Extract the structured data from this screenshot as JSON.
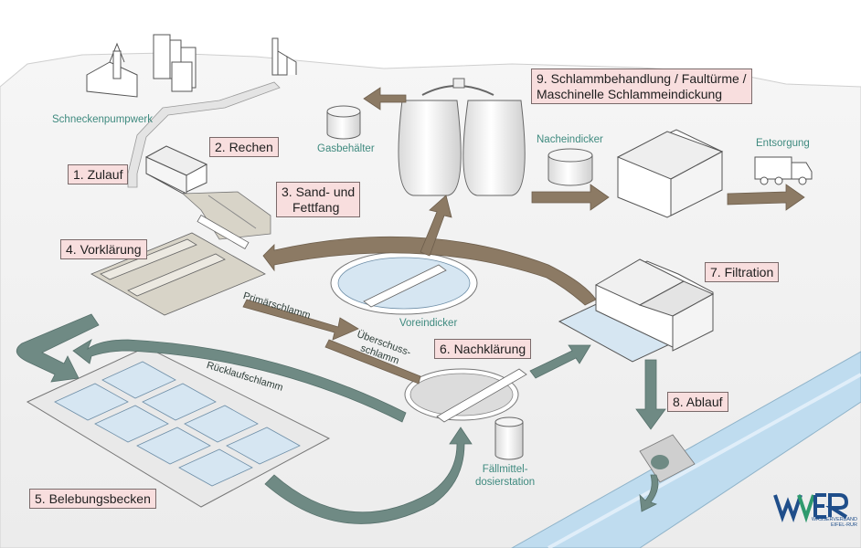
{
  "steps": {
    "s1": "1. Zulauf",
    "s2": "2. Rechen",
    "s3a": "3. Sand- und",
    "s3b": "Fettfang",
    "s4": "4. Vorklärung",
    "s5": "5. Belebungsbecken",
    "s6": "6. Nachklärung",
    "s7": "7. Filtration",
    "s8": "8. Ablauf",
    "s9a": "9. Schlammbehandlung / Faultürme /",
    "s9b": "Maschinelle Schlammeindickung"
  },
  "facilities": {
    "schneckenpumpwerk": "Schneckenpumpwerk",
    "gasbehaelter": "Gasbehälter",
    "nacheindicker": "Nacheindicker",
    "entsorgung": "Entsorgung",
    "voreindicker": "Voreindicker",
    "faellmittel_a": "Fällmittel-",
    "faellmittel_b": "dosierstation"
  },
  "flows": {
    "primaerschlamm": "Primärschlamm",
    "ueberschuss_a": "Überschuss-",
    "ueberschuss_b": "schlamm",
    "ruecklaufschlamm": "Rücklaufschlamm"
  },
  "logo": {
    "text": "WVER",
    "subtitle_a": "WASSERVERBAND",
    "subtitle_b": "EIFEL-RUR"
  },
  "colors": {
    "sludge_arrow": "#8c7a64",
    "water_arrow": "#6f8a84",
    "label_box": "#f8dede",
    "facility_text": "#3f8a7f",
    "basin_water": "#d6e6f2",
    "river": "#bfdcef",
    "logo_blue": "#1f4e8a",
    "logo_green": "#2e9a6e"
  }
}
